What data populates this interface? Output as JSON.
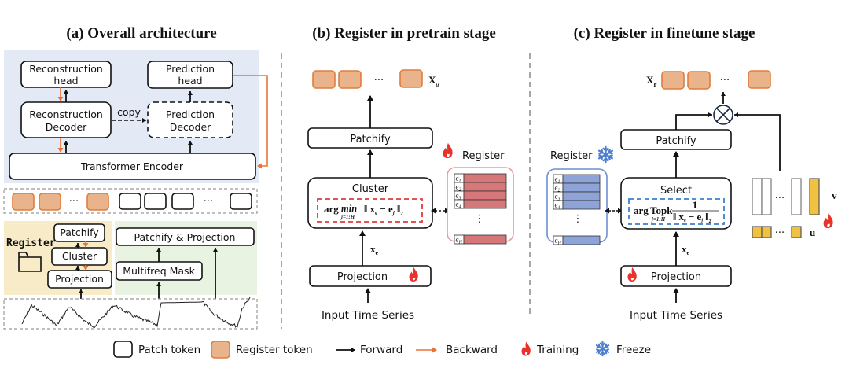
{
  "panels": {
    "a": {
      "title": "(a) Overall architecture",
      "reconstruction_head": [
        "Reconstruction",
        "head"
      ],
      "prediction_head": [
        "Prediction",
        "head"
      ],
      "reconstruction_decoder": [
        "Reconstruction",
        "Decoder"
      ],
      "prediction_decoder": [
        "Prediction",
        "Decoder"
      ],
      "copy_label": "copy",
      "transformer_encoder": "Transformer Encoder",
      "ellipsis": "···",
      "register_label": "Register",
      "patchify": "Patchify",
      "cluster": "Cluster",
      "projection": "Projection",
      "patchify_projection": "Patchify & Projection",
      "multifreq_mask": "Multifreq Mask",
      "colors": {
        "encoder_bg": "#e3e9f5",
        "register_bg": "#f8ecc8",
        "mask_bg": "#e9f3e1"
      }
    },
    "b": {
      "title": "(b) Register in pretrain stage",
      "output_label": "X",
      "output_sub": "u",
      "ellipsis": "···",
      "patchify": "Patchify",
      "cluster": "Cluster",
      "formula_main": "arg min ‖ x",
      "formula_arg": "arg",
      "formula_op": "min",
      "formula_sub": "j=1:H",
      "formula_expr": "‖ x",
      "formula_e_sub": "e",
      "formula_minus": " − e",
      "formula_j": "j",
      "formula_norm": " ‖",
      "formula_two": "2",
      "xe_label": "x",
      "xe_sub": "e",
      "projection": "Projection",
      "input_label": "Input Time Series",
      "register_label": "Register",
      "register_rows": [
        "e1",
        "e2",
        "e3",
        "e4",
        "eH"
      ],
      "register_row_letters": [
        "e",
        "e",
        "e",
        "e",
        "e"
      ],
      "register_row_subs": [
        "1",
        "2",
        "3",
        "4",
        "H"
      ],
      "colors": {
        "register_fill": "#d67879",
        "register_border": "#e59b9a",
        "formula_border": "#e03b3b"
      }
    },
    "c": {
      "title": "(c) Register in finetune stage",
      "output_label": "X",
      "output_sub": "r",
      "ellipsis": "···",
      "patchify": "Patchify",
      "select": "Select",
      "formula_arg": "arg",
      "formula_op": "Topk",
      "formula_sub": "j=1:H",
      "formula_num": "1",
      "formula_den_pre": "‖ x",
      "formula_e_sub": "e",
      "formula_minus": " − e",
      "formula_j": "j",
      "formula_norm": " ‖",
      "formula_two": "2",
      "xe_label": "x",
      "xe_sub": "e",
      "projection": "Projection",
      "input_label": "Input Time Series",
      "register_label": "Register",
      "register_row_letters": [
        "e",
        "e",
        "e",
        "e",
        "e"
      ],
      "register_row_subs": [
        "1",
        "2",
        "3",
        "4",
        "H"
      ],
      "v_label": "v",
      "u_label": "u",
      "colors": {
        "register_fill": "#8ea4d8",
        "register_border": "#6a8fd0",
        "formula_border": "#3b7fd0",
        "vu_fill": "#f1c142"
      }
    }
  },
  "legend": {
    "items": [
      {
        "icon": "patch-token-icon",
        "label": "Patch token"
      },
      {
        "icon": "register-token-icon",
        "label": "Register token"
      },
      {
        "icon": "forward-arrow-icon",
        "label": "Forward"
      },
      {
        "icon": "backward-arrow-icon",
        "label": "Backward"
      },
      {
        "icon": "fire-icon",
        "label": "Training"
      },
      {
        "icon": "snowflake-icon",
        "label": "Freeze"
      }
    ]
  },
  "colors": {
    "forward": "#111111",
    "backward": "#e8743a",
    "register_token_fill": "#e9b48c",
    "register_token_stroke": "#e07d3c",
    "fire": "#e8322a",
    "snowflake": "#4f7fd0",
    "divider": "#8a8a8a"
  }
}
